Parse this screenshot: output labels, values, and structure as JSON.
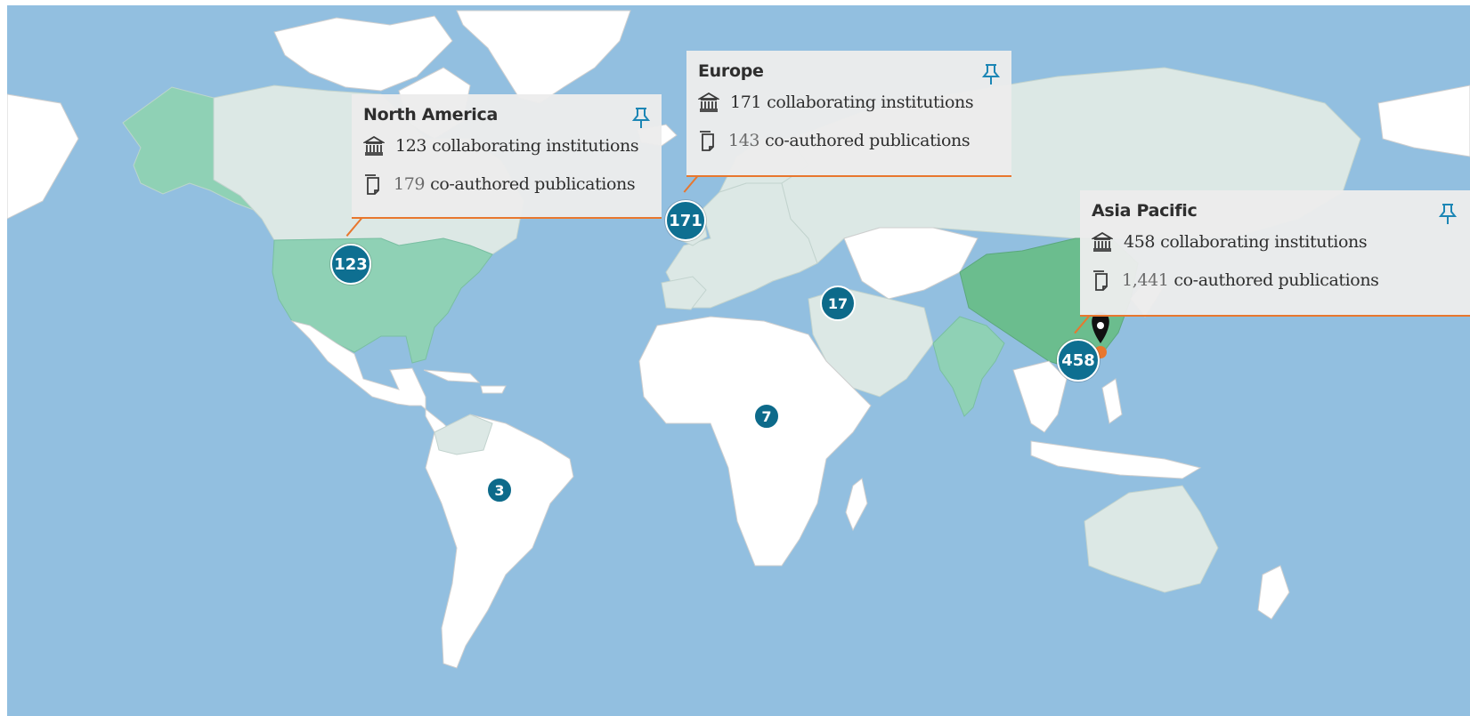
{
  "map": {
    "ocean_color": "#92bfe0",
    "land_color": "#ffffff",
    "shade_light": "#dce8e5",
    "shade_medium": "#8fd1b5",
    "shade_dark": "#6bbd8e",
    "accent_line": "#e8772e",
    "cluster_color": "#0d6a8a"
  },
  "clusters": [
    {
      "id": "north-america",
      "count": "123"
    },
    {
      "id": "europe",
      "count": "171"
    },
    {
      "id": "middle-east",
      "count": "17"
    },
    {
      "id": "asia-pacific",
      "count": "458"
    },
    {
      "id": "africa",
      "count": "7"
    },
    {
      "id": "south-america",
      "count": "3"
    }
  ],
  "popups": {
    "north_america": {
      "title": "North America",
      "institutions_value": "123",
      "institutions_label": "collaborating institutions",
      "publications_value": "179",
      "publications_label": "co-authored publications"
    },
    "europe": {
      "title": "Europe",
      "institutions_value": "171",
      "institutions_label": "collaborating institutions",
      "publications_value": "143",
      "publications_label": "co-authored publications"
    },
    "asia_pacific": {
      "title": "Asia Pacific",
      "institutions_value": "458",
      "institutions_label": "collaborating institutions",
      "publications_value": "1,441",
      "publications_label": "co-authored publications"
    }
  },
  "icons": {
    "institution": "institution-icon",
    "publication": "publication-icon",
    "pin": "pin-icon",
    "location_marker": "location-marker-icon"
  }
}
